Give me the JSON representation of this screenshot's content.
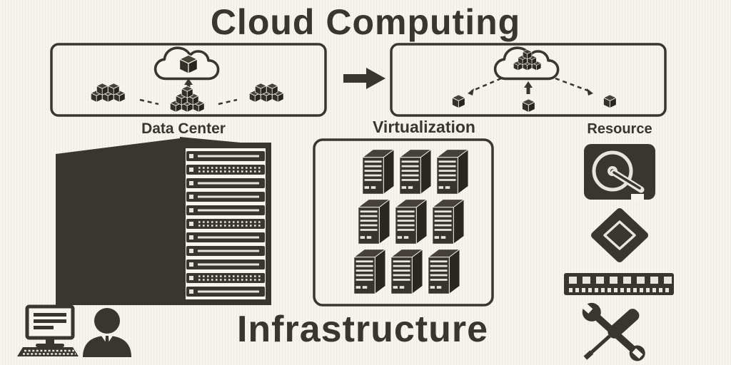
{
  "title": "Cloud Computing",
  "labels": {
    "data_center": "Data Center",
    "virtualization": "Virtualization",
    "resource": "Resource"
  },
  "footer": "Infrastructure",
  "colors": {
    "background": "#f6f4ee",
    "stripe": "#eeebe2",
    "ink": "#393530",
    "highlight": "#e8e5dc"
  },
  "icons": [
    "datacenter-cloud-diagram",
    "flow-arrow-icon",
    "virtualization-cloud-diagram",
    "server-rack-icon",
    "virtual-servers-icon",
    "hard-drive-icon",
    "cpu-chip-icon",
    "ram-icon",
    "workstation-icon",
    "admin-person-icon",
    "tools-icon"
  ]
}
